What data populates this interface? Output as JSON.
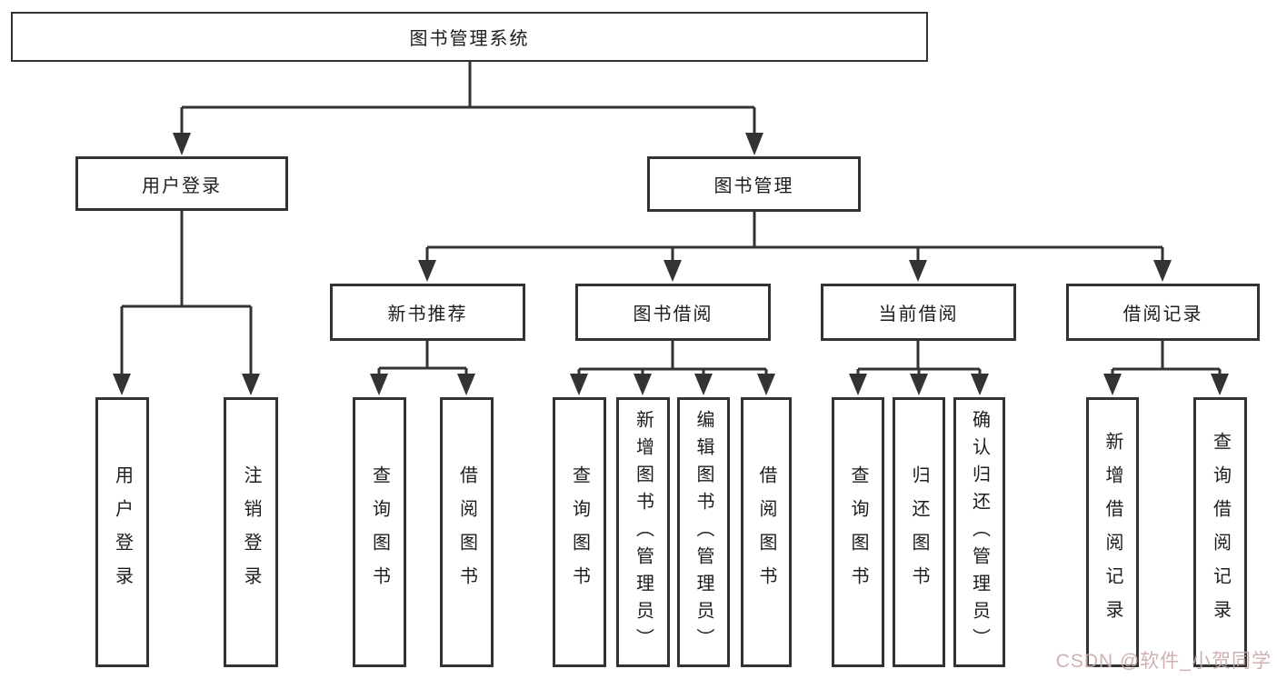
{
  "tree": {
    "root": "图书管理系统",
    "children": [
      {
        "label": "用户登录",
        "children": [
          "用户登录",
          "注销登录"
        ]
      },
      {
        "label": "图书管理",
        "children": [
          {
            "label": "新书推荐",
            "children": [
              "查询图书",
              "借阅图书"
            ]
          },
          {
            "label": "图书借阅",
            "children": [
              "查询图书",
              "新增图书（管理员）",
              "编辑图书（管理员）",
              "借阅图书"
            ]
          },
          {
            "label": "当前借阅",
            "children": [
              "查询图书",
              "归还图书",
              "确认归还（管理员）"
            ]
          },
          {
            "label": "借阅记录",
            "children": [
              "新增借阅记录",
              "查询借阅记录"
            ]
          }
        ]
      }
    ]
  },
  "watermark": {
    "text": "CSDN @软件_小贺同学"
  },
  "colors": {
    "line": "#333333",
    "text": "#1d1d1d",
    "watermark": "#c9a8a8",
    "background": "#ffffff"
  }
}
